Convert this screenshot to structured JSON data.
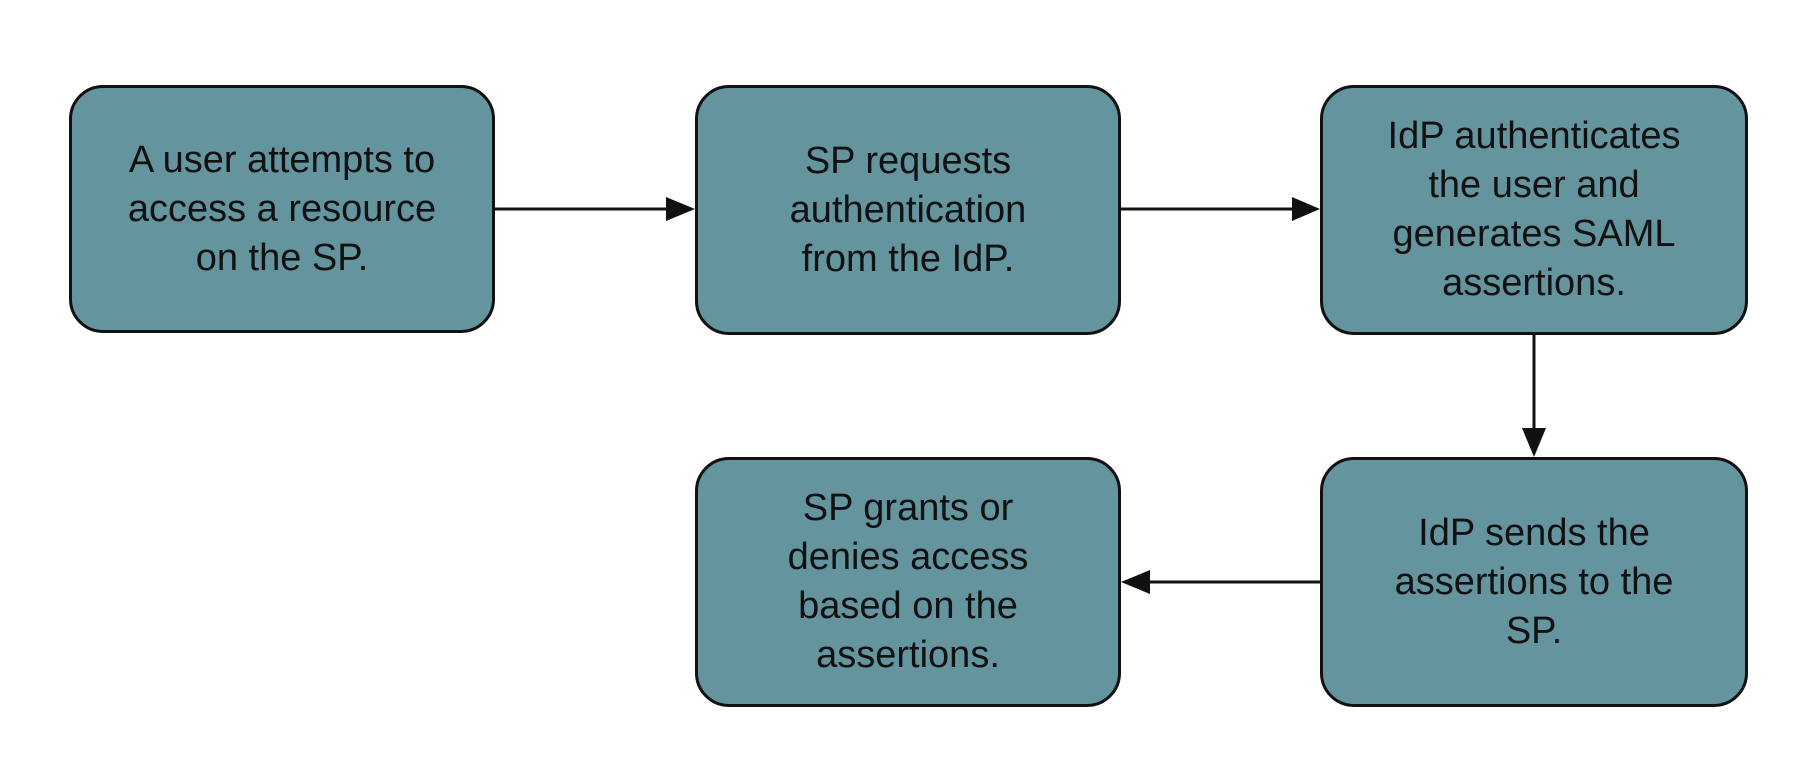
{
  "diagram": {
    "steps": [
      {
        "id": "step-1",
        "label": "A user attempts to\naccess a resource\non the SP."
      },
      {
        "id": "step-2",
        "label": "SP requests\nauthentication\nfrom the IdP."
      },
      {
        "id": "step-3",
        "label": "IdP authenticates\nthe user and\ngenerates SAML\nassertions."
      },
      {
        "id": "step-4",
        "label": "IdP sends the\nassertions to the\nSP."
      },
      {
        "id": "step-5",
        "label": "SP grants or\ndenies access\nbased on the\nassertions."
      }
    ],
    "edges": [
      {
        "from": "step-1",
        "to": "step-2"
      },
      {
        "from": "step-2",
        "to": "step-3"
      },
      {
        "from": "step-3",
        "to": "step-4"
      },
      {
        "from": "step-4",
        "to": "step-5"
      }
    ],
    "colors": {
      "node_fill": "#64949e",
      "stroke": "#111111",
      "background": "#ffffff"
    }
  }
}
